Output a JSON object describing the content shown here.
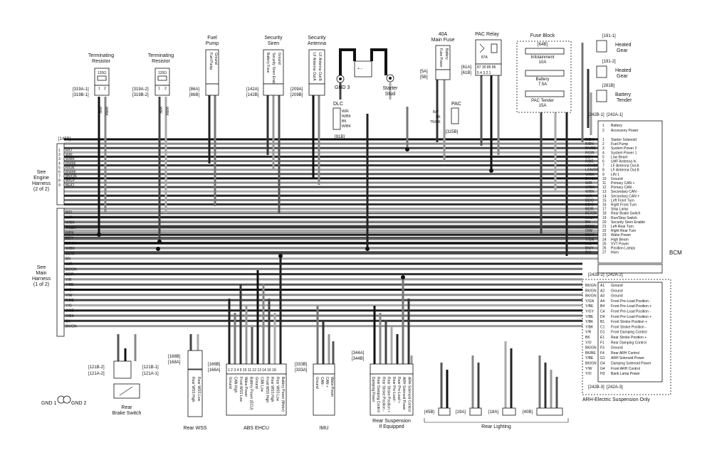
{
  "doc_id": "1412345",
  "components": {
    "term_res_1": {
      "title_1": "Terminating",
      "title_2": "Resistor",
      "ohms": "120Ω",
      "conn_a": "[319A-1]",
      "conn_b": "[319B-1]",
      "pin_1": "1",
      "pin_2": "2",
      "w1": "W/R",
      "w2": "W/BK"
    },
    "term_res_2": {
      "title_1": "Terminating",
      "title_2": "Resistor",
      "ohms": "120Ω",
      "conn_a": "[319A-2]",
      "conn_b": "[319B-2]",
      "pin_1": "1",
      "pin_2": "2",
      "w1": "W/R",
      "w2": "W/BK"
    },
    "fuel_pump": {
      "title_1": "Fuel",
      "title_2": "Pump",
      "conn_a": "[86A]",
      "conn_b": "[86B]",
      "pins": [
        "Fuel Pump",
        "Ground"
      ]
    },
    "security_siren": {
      "title_1": "Security",
      "title_2": "Siren",
      "conn_a": "[142A]",
      "conn_b": "[142B]",
      "pins": [
        "Battery Fuse",
        "Security Siren Enable",
        "Ground"
      ]
    },
    "security_antenna": {
      "title_1": "Security",
      "title_2": "Antenna",
      "conn_a": "[209A]",
      "conn_b": "[209B]",
      "pins": [
        "LF Antenna Out A",
        "LF Antenna Out B"
      ]
    },
    "gnd3": {
      "label": "GND 3"
    },
    "starter_stud": {
      "title_1": "Starter",
      "title_2": "Stud"
    },
    "main_fuse": {
      "title_1": "40A",
      "title_2": "Main Fuse",
      "conn_a": "[5A]",
      "conn_b": "[5B]",
      "pins": [
        "Fuse Power",
        "Battery"
      ]
    },
    "pac_relay": {
      "title": "PAC Relay",
      "conn_a": "[61A]",
      "conn_b": "[61B]",
      "pins_top": "87 30 85 86",
      "pins_bot": "5 4 3 2 1",
      "center": "87A"
    },
    "fuse_block": {
      "title": "Fuse Block",
      "conn": "[64B]",
      "fuses": [
        {
          "name": "Infotainment",
          "rating": "10A"
        },
        {
          "name": "Battery",
          "rating": "7.5A"
        },
        {
          "name": "PAC Tender",
          "rating": "15A"
        }
      ]
    },
    "heated_gear_1": {
      "conn": "[191-1]",
      "title_1": "Heated",
      "title_2": "Gear"
    },
    "heated_gear_2": {
      "conn": "[191-2]",
      "title_1": "Heated",
      "title_2": "Gear"
    },
    "battery_tender": {
      "conn": "[281B]",
      "title_1": "Battery",
      "title_2": "Tender"
    },
    "dlc": {
      "title": "DLC",
      "conn": "[91B]",
      "wires": [
        "W/R",
        "W/BK",
        "BK",
        "W/BK"
      ]
    },
    "pac": {
      "title": "PAC",
      "conn": "[325B]",
      "wires": [
        "R/Y",
        "BK",
        "TN/BK"
      ]
    },
    "engine_harness": {
      "label_1": "See",
      "label_2": "Engine",
      "label_3": "Harness",
      "label_4": "(2 of 2)",
      "conn": "[145B]"
    },
    "main_harness": {
      "label_1": "See",
      "label_2": "Main",
      "label_3": "Harness",
      "label_4": "(1 of 2)"
    },
    "rear_brake_switch": {
      "title_1": "Rear",
      "title_2": "Brake Switch",
      "conn_a": "[121A-2]",
      "conn_b": "[121B-2]",
      "conn_c": "[121B-1]",
      "conn_d": "[121A-1]"
    },
    "gnd1": {
      "label": "GND 1"
    },
    "gnd2": {
      "label": "GND 2"
    },
    "rear_wss": {
      "title": "Rear WSS",
      "conn_a": "[168A]",
      "conn_b": "[168B]",
      "pins": [
        "Rear WSS High",
        "Rear WSS Low"
      ]
    },
    "abs_ehcu": {
      "title": "ABS EHCU",
      "conn_a": "[166A]",
      "conn_b": "[166B]",
      "pins": [
        "Ground",
        "CAN High",
        "Front WSS Low",
        "Wake Power",
        "Battery Power (ECU)",
        "Ground",
        "CAN Low",
        "Front WSS High",
        "Rear WSS High",
        "Rear WSS Low",
        "Battery Power (Motor)"
      ],
      "pin_numbers": "1 2 3 4 9 10 11 12 13 14 16 18"
    },
    "imu": {
      "title": "IMU",
      "conn_a": "[333A]",
      "conn_b": "[333B]",
      "pins": [
        "Ground",
        "CAN -",
        "CAN +",
        "Wake Power"
      ]
    },
    "rear_suspension": {
      "title_1": "Rear Suspension",
      "title_2": "If Equipped",
      "conn_a": "[344A]",
      "conn_b": "[344B]",
      "pins": [
        "Damping Power",
        "Rear Damping Control",
        "Rear Stroke Position -",
        "Rear Stroke Position +",
        "Rear Pre-Load -",
        "Rear Pre-Load +",
        "ARH Solenoid Power",
        "ARH Solenoid Control"
      ]
    },
    "rear_lighting": {
      "title": "Rear Lighting",
      "conns": [
        "[45B]",
        "[19A]",
        "[18A]",
        "[40B]"
      ]
    },
    "bcm": {
      "title": "BCM",
      "conn_1": "[242B-1]",
      "conn_1a": "[242A-1]",
      "conn_2": "[242B-2]",
      "conn_2a": "[242A-2]",
      "conn_3": "[242B-3]",
      "conn_3a": "[242A-3]",
      "arh_note": "ARH-Electric Suspension Only",
      "pins_top": [
        "Battery",
        "Accessory Power"
      ],
      "pins_1": [
        "Starter Solenoid",
        "Fuel Pump",
        "System Power 2",
        "System Power 1",
        "Low Beam",
        "UHF Antenna In",
        "LF Antenna Out A",
        "LF Antenna Out B",
        "LIN 1",
        "Ground",
        "Primary CAN +",
        "Primary CAN -",
        "Secondary CAN -",
        "Secondary CAN +",
        "Left Front Turn",
        "Right Front Turn",
        "Stop Lamp",
        "Rear Brake Switch",
        "Run/Stop Switch",
        "Security Siren Enable",
        "Left Rear Turn",
        "Right Rear Turn",
        "Wake Power",
        "High Beam",
        "VVT Power",
        "Position Lamps",
        "Horn"
      ],
      "wires_1": [
        "R/BK",
        "R/BN",
        "BN/BE",
        "R/GN",
        "BE/Y",
        "R/BE",
        "LGN/BN",
        "LGN/GN",
        "W/BK",
        "BK/GN",
        "W/R",
        "W/BK",
        "W/BK",
        "W/R",
        "BE/O",
        "BE/O",
        "BE/R",
        "BE/GN",
        "W/GY",
        "BN",
        "BE/W",
        "O/W",
        "BE/W",
        "Y/GN",
        "R/O",
        "BN/Y",
        "R/V"
      ],
      "pins_2": [
        "Ground",
        "Ground",
        "Ground",
        "Front Pre-Load Position -",
        "Front Pre-Load Position +",
        "Front Pre-Load Position -",
        "Front Pre-Load Position +",
        "Front Stroke Position +",
        "Front Stroke Position -",
        "Front Damping Control",
        "Rear Stroke Position +",
        "Rear Damping Control",
        "Ground",
        "Rear ARH Control",
        "ARH Solenoid Power",
        "Damping Solenoid Power",
        "Front ARH Control",
        "Bank Lamp Power"
      ],
      "pin_ids_2": [
        "A1",
        "A2",
        "A3",
        "A4",
        "B4",
        "C4",
        "D4",
        "B1",
        "C1",
        "D1",
        "E1",
        "F1",
        "F3",
        "F4",
        "G1",
        "G4",
        "G4",
        "H3"
      ],
      "wires_2": [
        "BK/GN",
        "BK/GN",
        "BK/GN",
        "Y/GN",
        "Y/BE",
        "Y/GY",
        "Y/BE",
        "Y/BK",
        "Y/BK",
        "Y/R",
        "BK",
        "Y/O",
        "BK/GN",
        "BK/BE",
        "Y/BE",
        "BK/GN",
        "Y/W",
        "Y/O"
      ]
    },
    "left_wires_engine": [
      "R/O",
      "W/R",
      "W/BK",
      "BN/BE",
      "R/GN",
      "BN/BE",
      "BK/GN",
      "W/GY",
      "BE/O"
    ],
    "left_wires_main": [
      "R/O",
      "W/R",
      "W/BK",
      "TN/BK",
      "R/PK",
      "BE/Y",
      "BE/GN",
      "W/BK",
      "BE/W",
      "BN",
      "W/R",
      "BE/GN",
      "BE/R",
      "Y/R",
      "Y/BE",
      "Y/GY",
      "Y/W",
      "R/BE",
      "Y/O",
      "O/BE",
      "O/BK",
      "BK",
      "BK/GN"
    ]
  }
}
